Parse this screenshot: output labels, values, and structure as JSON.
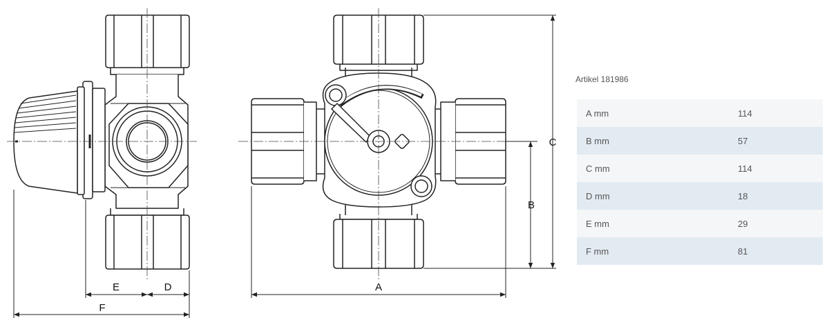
{
  "dimension_letters": {
    "a": "A",
    "b": "B",
    "c": "C",
    "d": "D",
    "e": "E",
    "f": "F"
  },
  "article": {
    "title": "Artikel 181986"
  },
  "specs": [
    {
      "label": "A mm",
      "value": "114"
    },
    {
      "label": "B mm",
      "value": "57"
    },
    {
      "label": "C mm",
      "value": "114"
    },
    {
      "label": "D mm",
      "value": "18"
    },
    {
      "label": "E mm",
      "value": "29"
    },
    {
      "label": "F mm",
      "value": "81"
    }
  ]
}
